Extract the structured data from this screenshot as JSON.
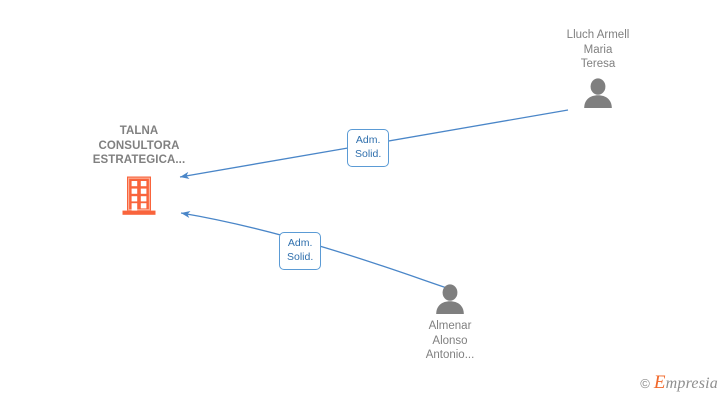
{
  "diagram": {
    "type": "corporate-relationship-graph",
    "background_color": "#ffffff",
    "company": {
      "name": "TALNA\nCONSULTORA\nESTRATEGICA...",
      "icon": "building-icon",
      "icon_color": "#f9643c"
    },
    "people": [
      {
        "id": "person-top",
        "name": "Lluch Armell\nMaria\nTeresa",
        "icon": "person-icon",
        "icon_color": "#808080",
        "label_position": "above"
      },
      {
        "id": "person-bottom",
        "name": "Almenar\nAlonso\nAntonio...",
        "icon": "person-icon",
        "icon_color": "#808080",
        "label_position": "below"
      }
    ],
    "edges": [
      {
        "id": "edge-top",
        "from": "person-top",
        "to": "company",
        "label": "Adm.\nSolid.",
        "color": "#5b9bd5",
        "arrow": "to-company"
      },
      {
        "id": "edge-bottom",
        "from": "person-bottom",
        "to": "company",
        "label": "Adm.\nSolid.",
        "color": "#5b9bd5",
        "arrow": "to-company"
      }
    ]
  },
  "watermark": {
    "copyright": "©",
    "brand_initial": "E",
    "brand_rest": "mpresia",
    "accent_color": "#f1682a"
  }
}
